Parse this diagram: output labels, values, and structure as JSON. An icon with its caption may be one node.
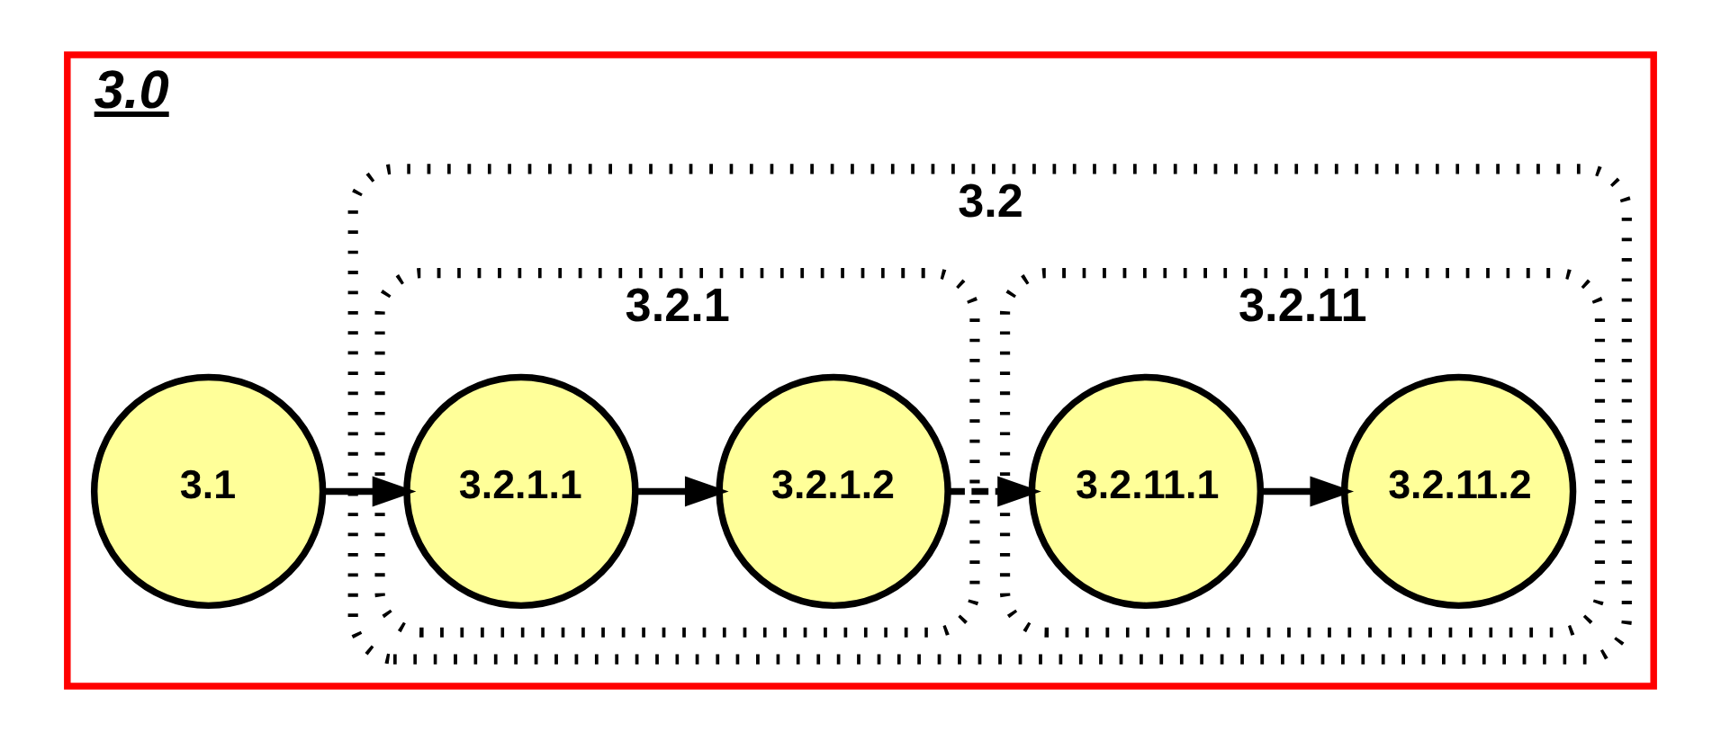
{
  "diagram": {
    "nodes": [
      {
        "text": [
          "3.0"
        ]
      },
      {
        "text": [
          "3.1"
        ],
        "in": 0
      },
      {
        "text": [
          "3.2"
        ],
        "in": 0
      },
      {
        "text": [
          "3.2.1"
        ],
        "in": 2
      },
      {
        "text": [
          "3.2.1.1"
        ],
        "in": 3
      },
      {
        "text": [
          "3.2.1.2"
        ],
        "in": 3
      },
      {
        "text": [
          "3.2.11"
        ],
        "in": 2
      },
      {
        "text": [
          "3.2.11.1"
        ],
        "in": 6
      },
      {
        "text": [
          "3.2.11.2"
        ],
        "in": 6
      }
    ],
    "edges": [
      {
        "from": 1,
        "to": 4,
        "arrow": "to"
      },
      {
        "from": 4,
        "to": 5,
        "arrow": "to"
      },
      {
        "from": 5,
        "to": 7,
        "arrow": "to",
        "style": "dashed"
      },
      {
        "from": 7,
        "to": 8,
        "arrow": "to"
      }
    ]
  }
}
